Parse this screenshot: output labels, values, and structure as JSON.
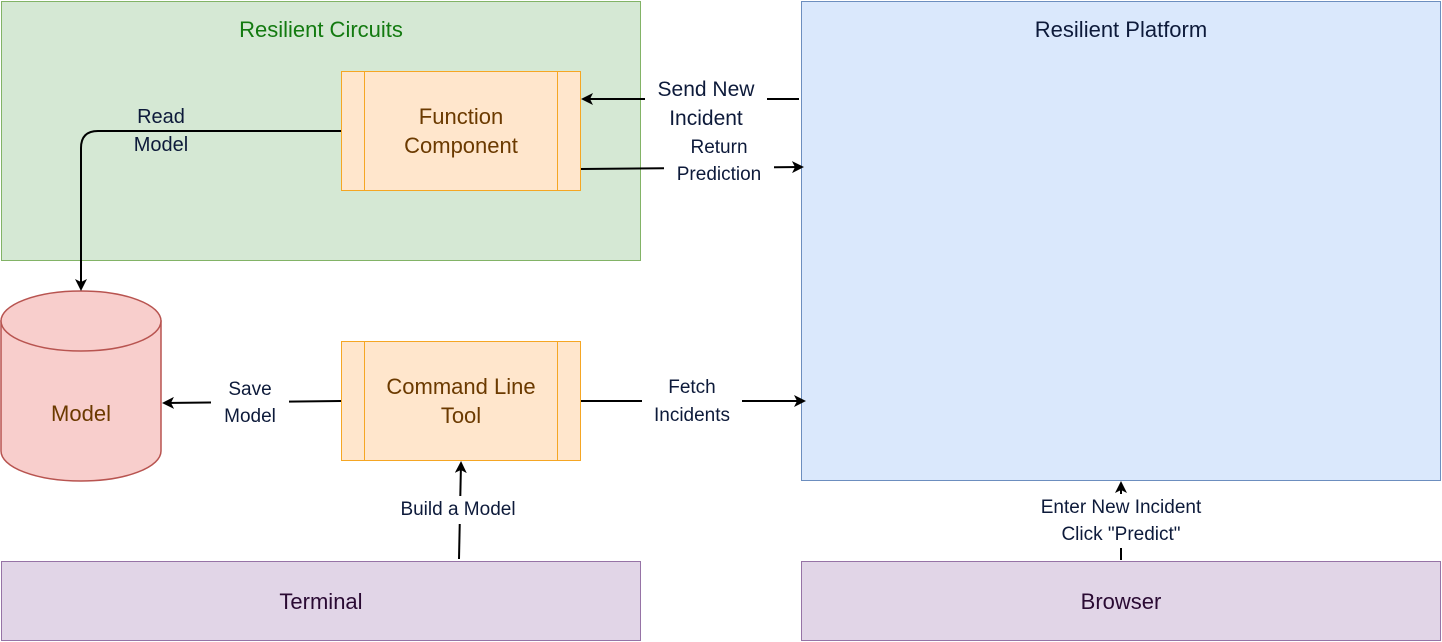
{
  "containers": {
    "resilient_circuits": {
      "label": "Resilient Circuits",
      "fill": "#d5e8d4",
      "stroke": "#82b366",
      "text_color": "#137a10"
    },
    "resilient_platform": {
      "label": "Resilient Platform",
      "fill": "#dae8fc",
      "stroke": "#6c8ebf",
      "text_color": "#0d1a3a"
    }
  },
  "nodes": {
    "function_component": {
      "line1": "Function",
      "line2": "Component",
      "fill": "#ffe6cc",
      "stroke": "#f5a623",
      "text_color": "#6b3a00"
    },
    "command_line_tool": {
      "line1": "Command Line",
      "line2": "Tool",
      "fill": "#ffe6cc",
      "stroke": "#f5a623",
      "text_color": "#6b3a00"
    },
    "model": {
      "label": "Model",
      "fill": "#f8cecc",
      "stroke": "#b85450",
      "text_color": "#6b3a00"
    },
    "terminal": {
      "label": "Terminal",
      "fill": "#e1d5e7",
      "stroke": "#9673a6",
      "text_color": "#2a0a33"
    },
    "browser": {
      "label": "Browser",
      "fill": "#e1d5e7",
      "stroke": "#9673a6",
      "text_color": "#2a0a33"
    }
  },
  "edges": {
    "read_model": {
      "line1": "Read",
      "line2": "Model"
    },
    "send_new_incident": {
      "line1": "Send New",
      "line2": "Incident"
    },
    "return_prediction": {
      "line1": "Return",
      "line2": "Prediction"
    },
    "save_model": {
      "line1": "Save",
      "line2": "Model"
    },
    "fetch_incidents": {
      "line1": "Fetch",
      "line2": "Incidents"
    },
    "build_a_model": {
      "line1": "Build a Model"
    },
    "enter_new_incident": {
      "line1": "Enter New Incident",
      "line2": "Click \"Predict\""
    }
  }
}
